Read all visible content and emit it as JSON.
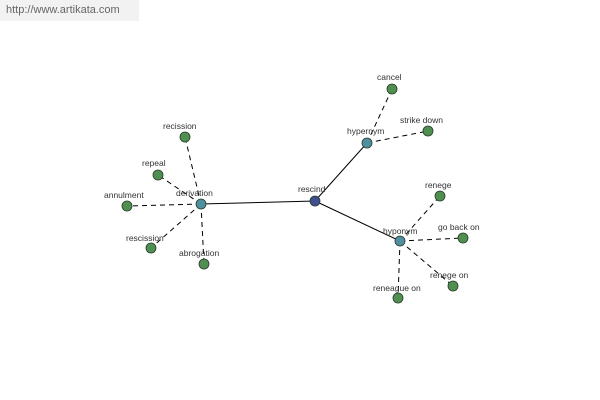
{
  "watermark": {
    "url": "http://www.artikata.com"
  },
  "colors": {
    "center": "#3f4f8f",
    "relation": "#4f8f9f",
    "leaf": "#4f8f4f"
  },
  "graph": {
    "center": {
      "id": "rescind",
      "label": "rescind"
    },
    "relations": [
      {
        "id": "derivation",
        "label": "derivation"
      },
      {
        "id": "hypernym",
        "label": "hypernym"
      },
      {
        "id": "hyponym",
        "label": "hyponym"
      }
    ],
    "leaves": [
      {
        "id": "recission",
        "label": "recission",
        "relation": "derivation"
      },
      {
        "id": "repeal",
        "label": "repeal",
        "relation": "derivation"
      },
      {
        "id": "annulment",
        "label": "annulment",
        "relation": "derivation"
      },
      {
        "id": "rescission",
        "label": "rescission",
        "relation": "derivation"
      },
      {
        "id": "abrogation",
        "label": "abrogation",
        "relation": "derivation"
      },
      {
        "id": "cancel",
        "label": "cancel",
        "relation": "hypernym"
      },
      {
        "id": "strike-down",
        "label": "strike down",
        "relation": "hypernym"
      },
      {
        "id": "renege",
        "label": "renege",
        "relation": "hyponym"
      },
      {
        "id": "go-back-on",
        "label": "go back on",
        "relation": "hyponym"
      },
      {
        "id": "renege-on",
        "label": "renege on",
        "relation": "hyponym"
      },
      {
        "id": "reneague-on",
        "label": "reneague on",
        "relation": "hyponym"
      }
    ]
  }
}
